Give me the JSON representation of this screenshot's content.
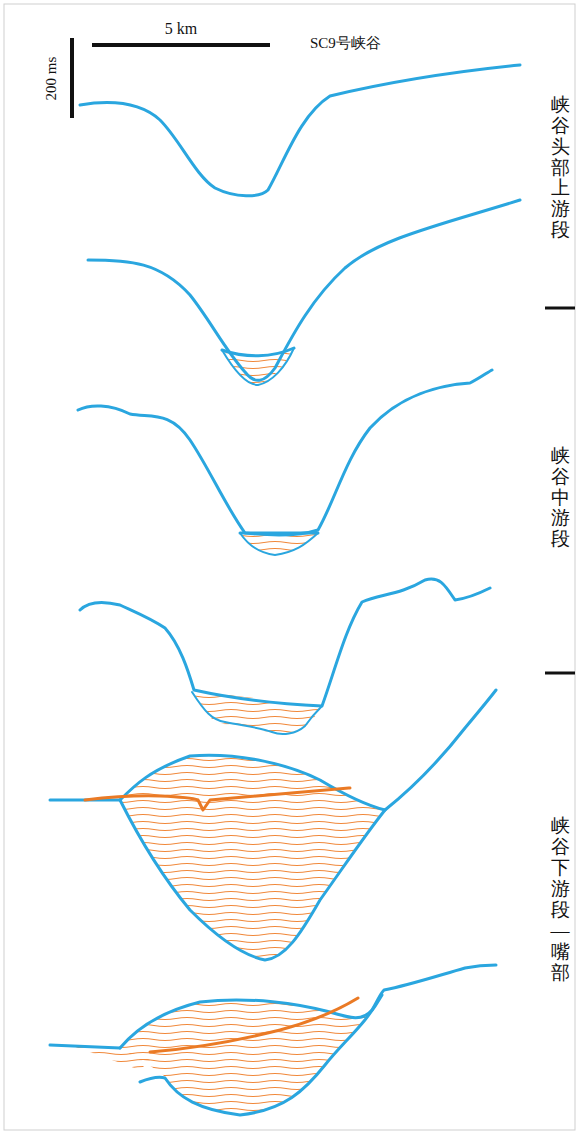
{
  "diagram": {
    "title": "SC9号峡谷",
    "labels": [
      "5 km",
      "200 ms",
      "峡谷头部上游段",
      "峡谷中游段",
      "峡谷下游段—嘴部"
    ]
  }
}
